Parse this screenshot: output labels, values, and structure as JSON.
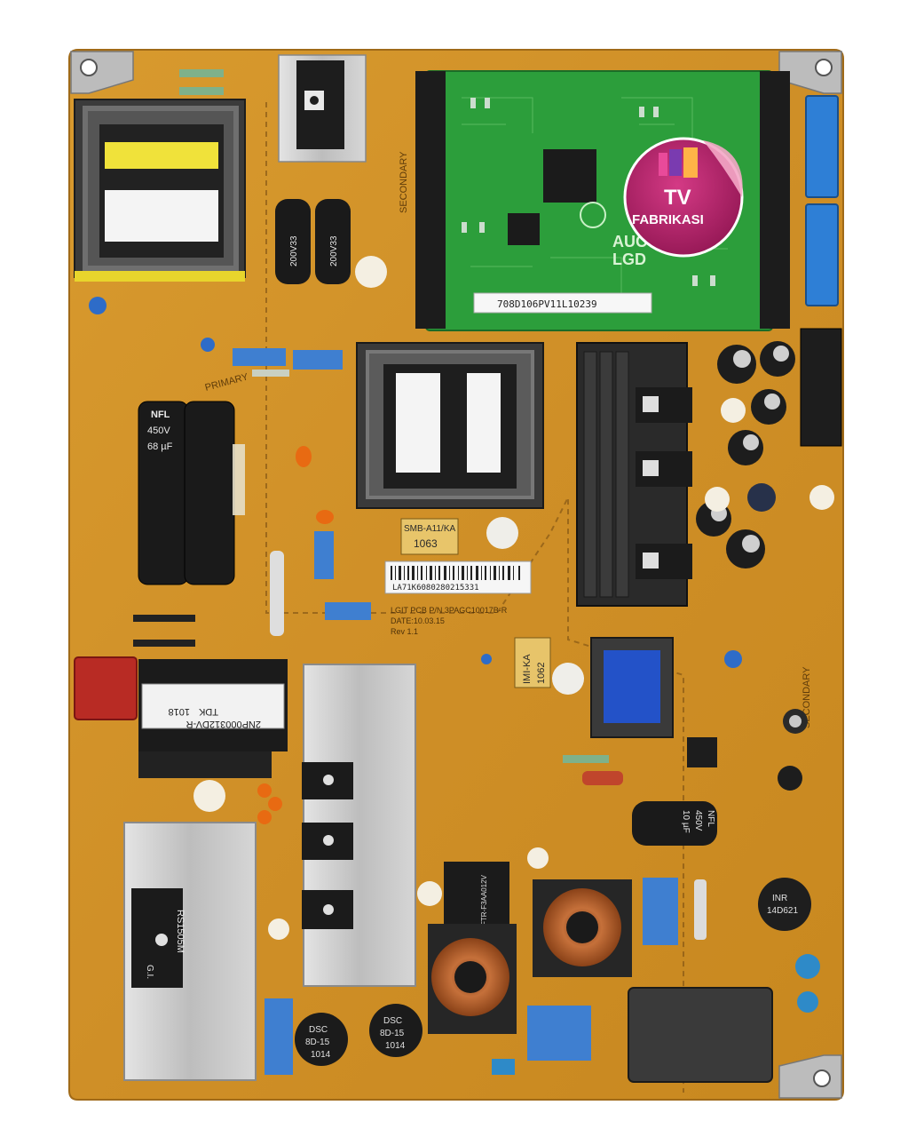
{
  "colors": {
    "pcb": "#d0932a",
    "pcb_dark": "#b97a1c",
    "daughter_board": "#2f9d3a",
    "connector_blue": "#2e7fd6",
    "cap_black": "#1a1a1a",
    "heatsink": "#c8c8c8",
    "logo_magenta": "#b3206d"
  },
  "logo": {
    "line1": "TV",
    "line2": "FABRIKASI"
  },
  "daughter_board": {
    "code": "708D106PV11L10239",
    "brand_a": "AUO",
    "brand_b": "LGD"
  },
  "labels": {
    "secondary_left": "SECONDARY",
    "primary_left": "PRIMARY",
    "secondary_right": "SECONDARY",
    "barcode_text": "LA71K6080280215331",
    "pcb_pn": "LGIT PCB P/N 3PAGC10017B-R",
    "pcb_date": "DATE:10.03.15",
    "pcb_rev": "Rev 1.1",
    "sticker_a_line1": "SMB-A11/KA",
    "sticker_a_line2": "1063",
    "sticker_b_line1": "IMI-KA",
    "sticker_b_line2": "1062",
    "big_cap_text": [
      "NFL",
      "450V",
      "68 µF"
    ],
    "mid_cap_text": [
      "200V33",
      "200V33"
    ],
    "small_cap_text": [
      "NFL",
      "450V",
      "10 µF"
    ],
    "transformer_code": "2NP000312DV-R",
    "transformer_maker": "TDK",
    "transformer_date": "1018",
    "bridge_code": "RS1505M",
    "bridge_maker": "G.I.",
    "thermistor_a": [
      "DSC",
      "8D-15",
      "1014"
    ],
    "thermistor_b": [
      "DSC",
      "8D-15",
      "1014"
    ],
    "varistor": [
      "INR",
      "14D621"
    ],
    "relay": "FTR-F3AA012V"
  }
}
